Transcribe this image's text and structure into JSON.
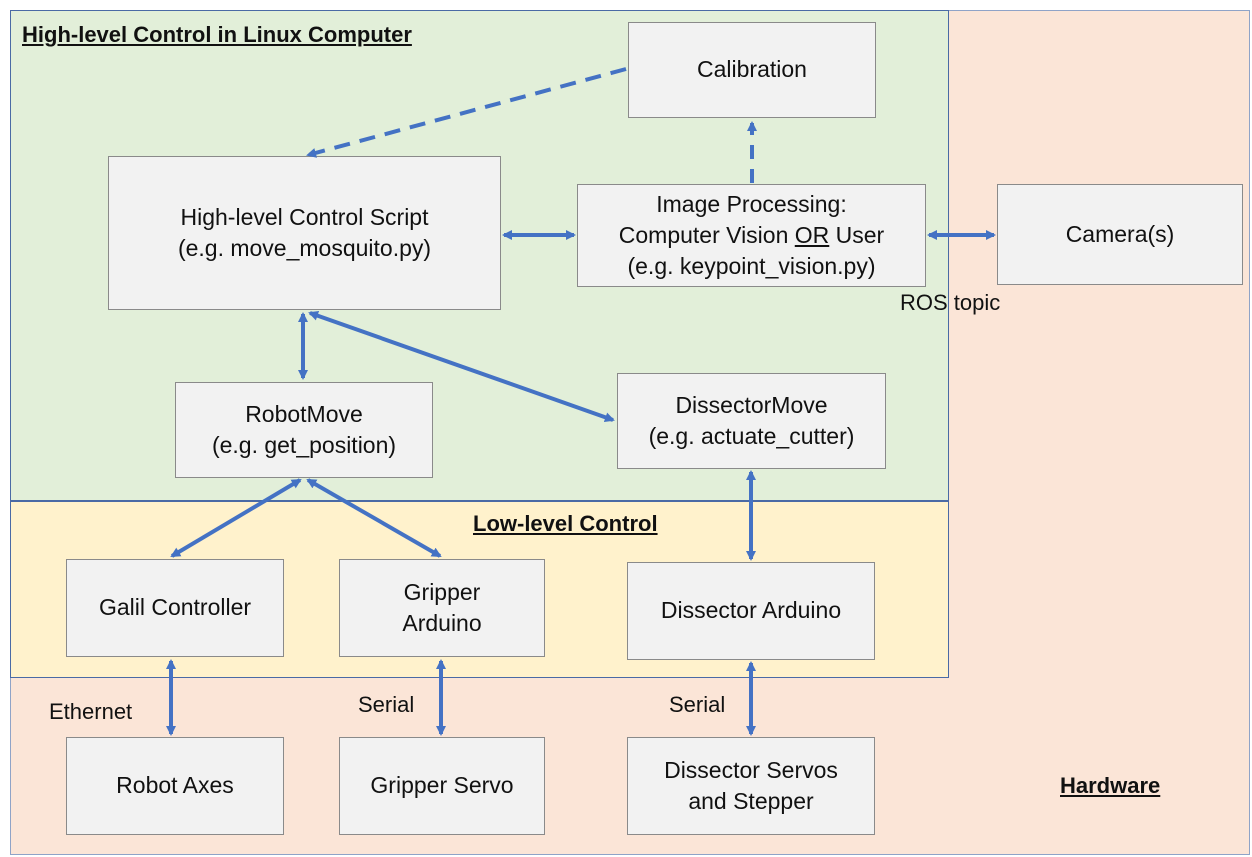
{
  "regions": {
    "high_level": "High-level Control in Linux Computer",
    "low_level": "Low-level Control",
    "hardware": "Hardware"
  },
  "nodes": {
    "calibration": [
      "Calibration"
    ],
    "control_script": [
      "High-level Control Script",
      "(e.g. move_mosquito.py)"
    ],
    "image_processing": {
      "line1": "Image Processing:",
      "line2_a": "Computer Vision ",
      "line2_or": "OR",
      "line2_b": " User",
      "line3": "(e.g. keypoint_vision.py)"
    },
    "camera": [
      "Camera(s)"
    ],
    "robot_move": [
      "RobotMove",
      "(e.g. get_position)"
    ],
    "dissector_move": [
      "DissectorMove",
      "(e.g. actuate_cutter)"
    ],
    "galil": [
      "Galil Controller"
    ],
    "gripper_arduino": [
      "Gripper",
      "Arduino"
    ],
    "dissector_arduino": [
      "Dissector Arduino"
    ],
    "robot_axes": [
      "Robot Axes"
    ],
    "gripper_servo": [
      "Gripper Servo"
    ],
    "dissector_servos": [
      "Dissector Servos",
      "and Stepper"
    ]
  },
  "edge_labels": {
    "ros_topic": "ROS topic",
    "ethernet": "Ethernet",
    "serial_gripper": "Serial",
    "serial_dissector": "Serial"
  },
  "colors": {
    "arrow": "#4472c4",
    "high_level_bg": "#e2efd9",
    "low_level_bg": "#fff2cc",
    "hardware_bg": "#fbe5d7",
    "box_bg": "#f2f2f2"
  }
}
